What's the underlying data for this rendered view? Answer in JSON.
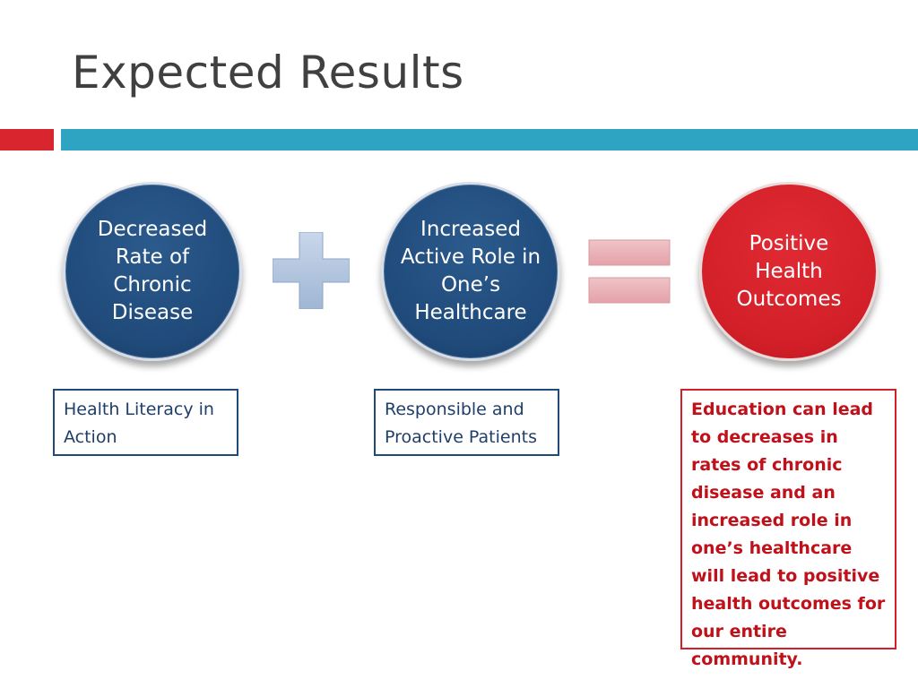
{
  "slide": {
    "title": "Expected Results"
  },
  "equation": {
    "term1": "Decreased Rate of Chronic Disease",
    "operator1": "plus",
    "term2": "Increased Active Role in One’s Healthcare",
    "operator2": "equals",
    "result": "Positive Health Outcomes"
  },
  "notes": {
    "term1_note": "Health Literacy in Action",
    "term2_note": "Responsible and Proactive Patients",
    "result_note": "Education can lead to decreases in rates of chronic disease and an increased role in one’s healthcare will lead to positive health outcomes for our entire community."
  },
  "colors": {
    "accent_red": "#d9262e",
    "accent_blue": "#2fa3c2",
    "navy": "#1f4a7a",
    "title_gray": "#404040"
  }
}
